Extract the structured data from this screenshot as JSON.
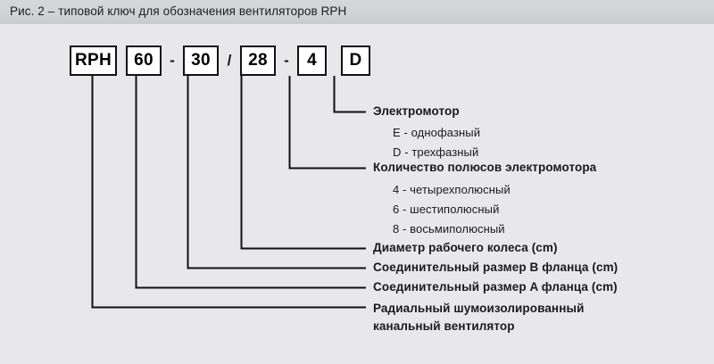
{
  "header": {
    "title": "Рис. 2 – типовой ключ для обозначения вентиляторов RPH"
  },
  "code": {
    "segments": [
      {
        "type": "box",
        "value": "RPH",
        "width": 53
      },
      {
        "type": "sep",
        "value": ""
      },
      {
        "type": "box",
        "value": "60",
        "width": 40
      },
      {
        "type": "sep",
        "value": "-"
      },
      {
        "type": "box",
        "value": "30",
        "width": 40
      },
      {
        "type": "sep",
        "value": "/"
      },
      {
        "type": "box",
        "value": "28",
        "width": 40
      },
      {
        "type": "sep",
        "value": "-"
      },
      {
        "type": "box",
        "value": "4",
        "width": 33
      },
      {
        "type": "sep",
        "value": ""
      },
      {
        "type": "box",
        "value": "D",
        "width": 33
      }
    ]
  },
  "legend": {
    "entries": [
      {
        "heading": "Электромотор",
        "options": [
          "E - однофазный",
          "D - трехфазный"
        ]
      },
      {
        "heading": "Количество полюсов электромотора",
        "options": [
          "4 - четырехполюсный",
          "6 - шестиполюсный",
          "8 - восьмиполюсный"
        ]
      },
      {
        "heading": "Диаметр рабочего колеса (cm)",
        "options": []
      },
      {
        "heading": "Соединительный размер B фланца (cm)",
        "options": []
      },
      {
        "heading": "Соединительный размер A фланца (cm)",
        "options": []
      },
      {
        "heading": "Радиальный шумоизолированный",
        "heading_line2": "канальный вентилятор",
        "options": []
      }
    ]
  },
  "colors": {
    "page_background": "#e8e8ea",
    "header_background": "#d2d3d5",
    "box_fill": "#ffffff",
    "line": "#111111",
    "text": "#1a1a1c"
  }
}
